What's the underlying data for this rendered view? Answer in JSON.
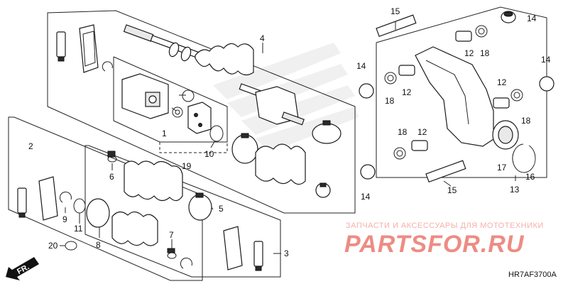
{
  "callouts": {
    "c1": "1",
    "c2": "2",
    "c3": "3",
    "c4": "4",
    "c5": "5",
    "c6": "6",
    "c7": "7",
    "c8": "8",
    "c9": "9",
    "c10": "10",
    "c11": "11",
    "c12a": "12",
    "c12b": "12",
    "c12c": "12",
    "c12d": "12",
    "c13": "13",
    "c14a": "14",
    "c14b": "14",
    "c14c": "14",
    "c14d": "14",
    "c15a": "15",
    "c15b": "15",
    "c16": "16",
    "c17": "17",
    "c18a": "18",
    "c18b": "18",
    "c18c": "18",
    "c18d": "18",
    "c19": "19",
    "c20": "20"
  },
  "watermark": {
    "line1": "ЗАПЧАСТИ И АКСЕССУАРЫ ДЛЯ МОТОТЕХНИКИ",
    "line2": "PARTSFOR.RU"
  },
  "diagram_code": "HR7AF3700A",
  "direction_label": "FR.",
  "colors": {
    "line": "#222222",
    "watermark_red": "#e0301e",
    "watermark_light": "#f4b0aa"
  }
}
